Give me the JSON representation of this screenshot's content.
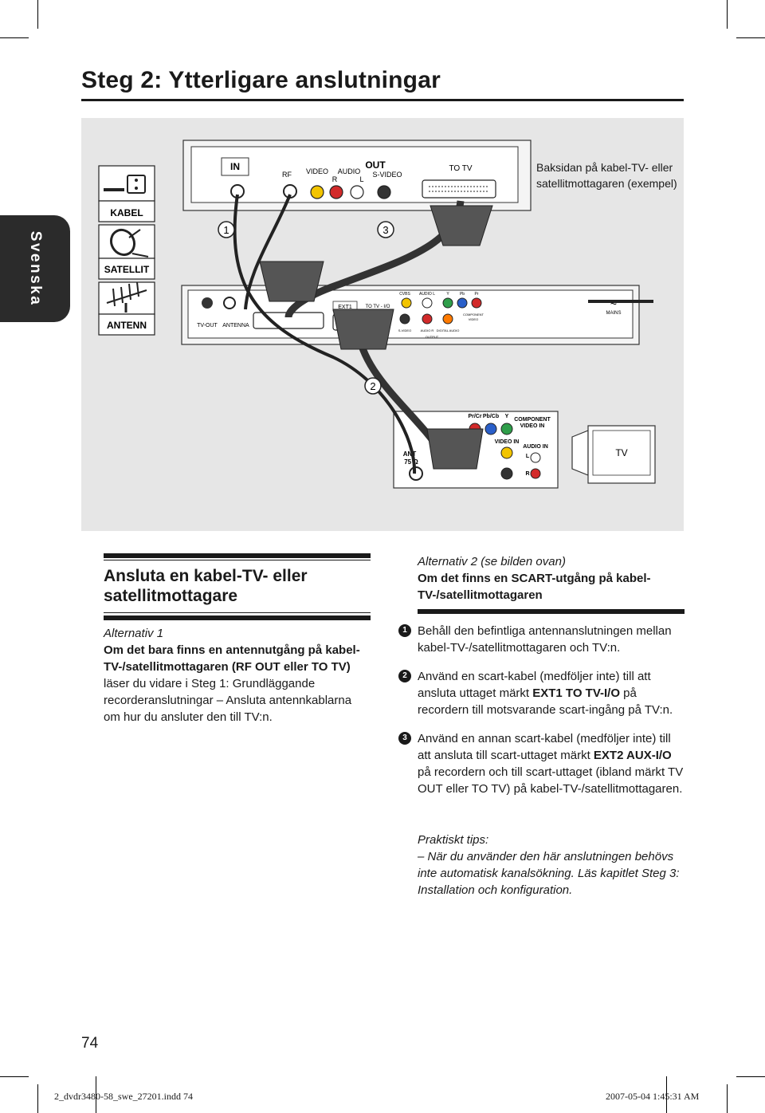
{
  "page": {
    "title": "Steg 2: Ytterligare anslutningar",
    "side_tab": "Svenska",
    "page_number": "74",
    "footer_file": "2_dvdr3480-58_swe_27201.indd   74",
    "footer_date": "2007-05-04   1:45:31 AM"
  },
  "figure": {
    "caption": "Baksidan på kabel-TV- eller satellitmottagaren (exempel)",
    "source_labels": [
      "KABEL",
      "SATELLIT",
      "ANTENN"
    ],
    "markers": [
      "1",
      "2",
      "3"
    ],
    "box": {
      "in": "IN",
      "out": "OUT",
      "rf": "RF",
      "video": "VIDEO",
      "audio": "AUDIO",
      "r": "R",
      "l": "L",
      "svideo": "S-VIDEO",
      "totv": "TO TV"
    },
    "recorder": {
      "tvout": "TV-OUT",
      "antenna": "ANTENNA",
      "ext1": "EXT1",
      "totvio": "TO TV - I/O",
      "cvbs": "CVBS",
      "audio_l": "AUDIO L",
      "y": "Y",
      "pb": "Pb",
      "pr": "Pr",
      "component": "COMPONENT",
      "video": "VIDEO",
      "svideo": "S-VIDEO",
      "audio_r": "AUDIO R",
      "digital": "DIGITAL AUDIO",
      "output": "OUTPUT",
      "mains": "MAINS"
    },
    "tv": {
      "prcr": "Pr/Cr",
      "pbcb": "Pb/Cb",
      "y": "Y",
      "component": "COMPONENT",
      "video_in_label": "VIDEO IN",
      "video_in": "VIDEO IN",
      "audio_in": "AUDIO IN",
      "l": "L",
      "r": "R",
      "ant": "ANT",
      "ohm": "75 Ω",
      "tv": "TV"
    }
  },
  "left": {
    "heading": "Ansluta en kabel-TV- eller satellitmottagare",
    "alt_label": "Alternativ 1",
    "alt_heading": "Om det bara finns en antennutgång på kabel-TV-/satellitmottagaren (RF OUT eller TO TV)",
    "alt_body": "läser du vidare i Steg 1: Grundläggande recorderanslutningar – Ansluta antennkablarna om hur du ansluter den till TV:n."
  },
  "right": {
    "alt_label": "Alternativ 2 (se bilden ovan)",
    "alt_heading": "Om det finns en SCART-utgång på kabel-TV-/satellitmottagaren",
    "steps": [
      {
        "num": "1",
        "text": "Behåll den befintliga antennanslutningen mellan kabel-TV-/satellitmottagaren och TV:n."
      },
      {
        "num": "2",
        "pre": "Använd en scart-kabel (medföljer inte) till att ansluta uttaget märkt ",
        "bold": "EXT1 TO TV-I/O",
        "post": " på recordern till motsvarande scart-ingång på TV:n."
      },
      {
        "num": "3",
        "pre": "Använd en annan scart-kabel (medföljer inte) till att ansluta till scart-uttaget märkt ",
        "bold": "EXT2 AUX-I/O",
        "post": " på recordern och till scart-uttaget (ibland märkt TV OUT eller TO TV) på kabel-TV-/satellitmottagaren."
      }
    ],
    "tips_label": "Praktiskt tips:",
    "tips_text": "–   När du använder den här anslutningen behövs inte automatisk kanalsökning. Läs kapitlet Steg 3: Installation och konfiguration."
  },
  "colors": {
    "ink": "#1a1a1a",
    "panel": "#e6e6e6",
    "tab": "#2b2b2b",
    "jack_red": "#d22a2a",
    "jack_yellow": "#f2c400",
    "jack_green": "#2f9e4a",
    "jack_blue": "#2a5fc9"
  },
  "icons": [
    "cable-wall-socket-icon",
    "satellite-dish-icon",
    "antenna-icon",
    "tv-set-icon",
    "scart-plug-icon"
  ]
}
